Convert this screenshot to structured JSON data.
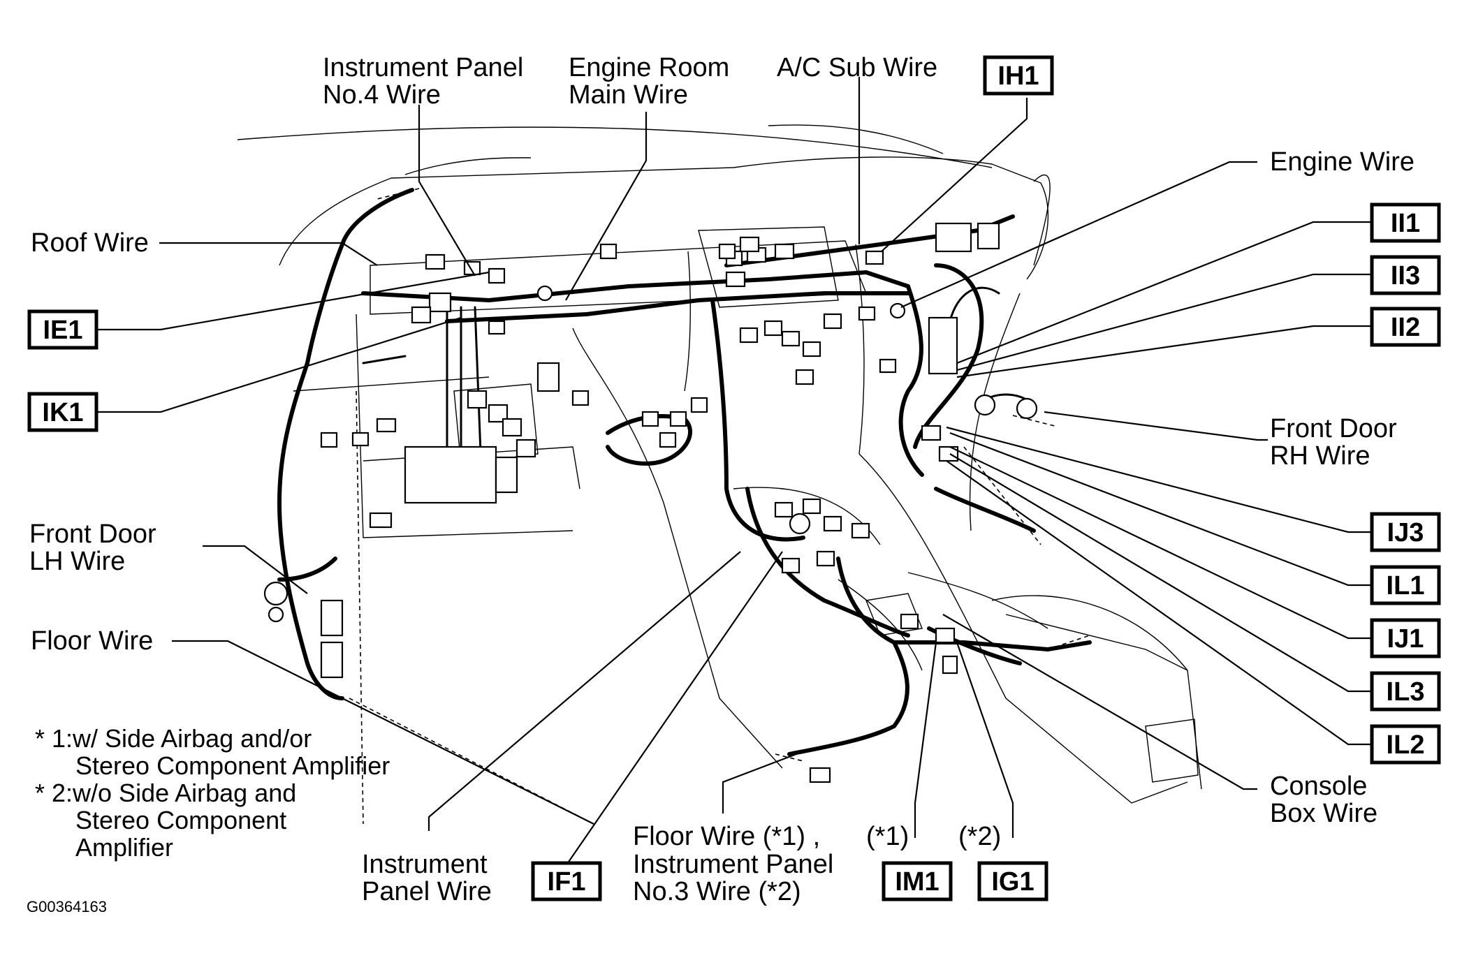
{
  "labels": {
    "ip4_line1": "Instrument Panel",
    "ip4_line2": "No.4 Wire",
    "erm_line1": "Engine Room",
    "erm_line2": "Main Wire",
    "ac_sub": "A/C Sub Wire",
    "engine_wire": "Engine Wire",
    "roof_wire": "Roof Wire",
    "fdrh_line1": "Front Door",
    "fdrh_line2": "RH Wire",
    "fdlh_line1": "Front Door",
    "fdlh_line2": "LH Wire",
    "floor_wire": "Floor Wire",
    "cbw_line1": "Console",
    "cbw_line2": "Box Wire",
    "ipw_line1": "Instrument",
    "ipw_line2": "Panel Wire",
    "fw3_line1": "Floor Wire (*1) ,",
    "fw3_line2": "Instrument Panel",
    "fw3_line3": "No.3 Wire (*2)",
    "star1": "(*1)",
    "star2": "(*2)"
  },
  "codes": {
    "IH1": "IH1",
    "II1": "II1",
    "II3": "II3",
    "II2": "II2",
    "IE1": "IE1",
    "IK1": "IK1",
    "IJ3": "IJ3",
    "IL1": "IL1",
    "IJ1": "IJ1",
    "IL3": "IL3",
    "IL2": "IL2",
    "IF1": "IF1",
    "IM1": "IM1",
    "IG1": "IG1"
  },
  "notes": {
    "n1_line1": "* 1:w/ Side Airbag and/or",
    "n1_line2": "Stereo Component Amplifier",
    "n2_line1": "* 2:w/o Side Airbag and",
    "n2_line2": "Stereo Component",
    "n2_line3": "Amplifier"
  },
  "image_id": "G00364163"
}
